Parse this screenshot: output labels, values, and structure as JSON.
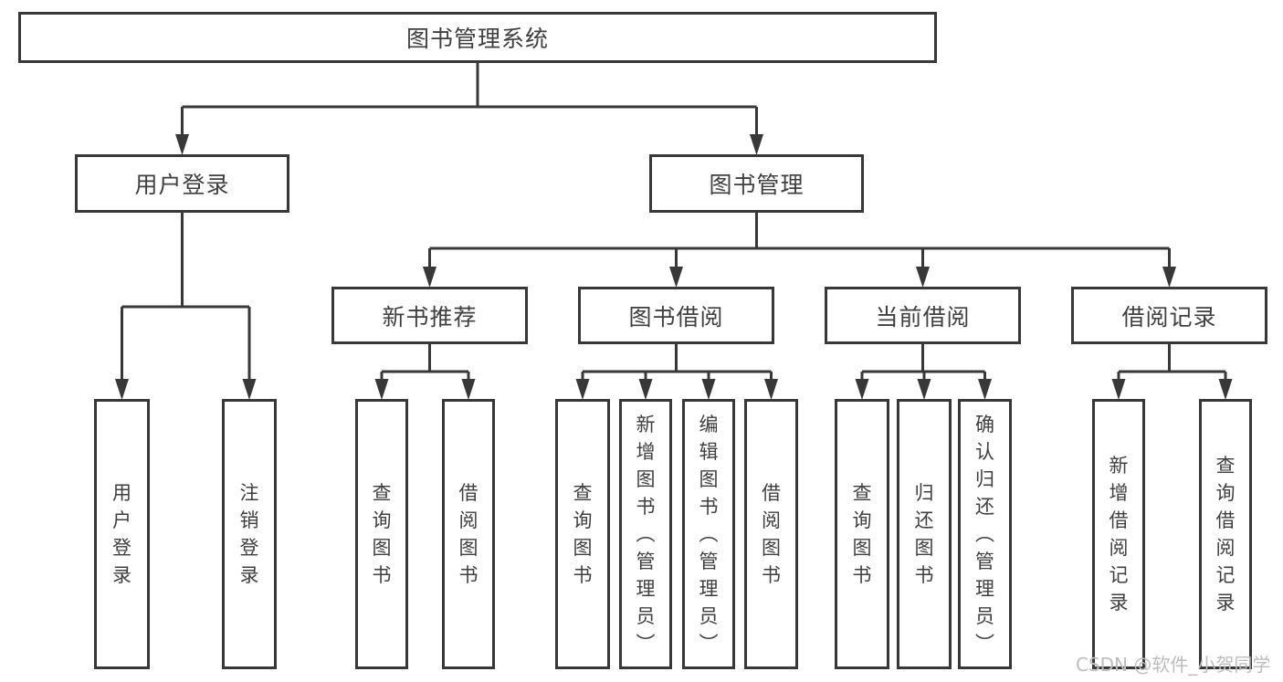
{
  "diagram": {
    "nodes": [
      {
        "id": "root",
        "label": "图书管理系统"
      },
      {
        "id": "login",
        "label": "用户登录"
      },
      {
        "id": "mgmt",
        "label": "图书管理"
      },
      {
        "id": "login_user",
        "label": "用户登录"
      },
      {
        "id": "login_logout",
        "label": "注销登录"
      },
      {
        "id": "rec",
        "label": "新书推荐"
      },
      {
        "id": "borrow",
        "label": "图书借阅"
      },
      {
        "id": "current",
        "label": "当前借阅"
      },
      {
        "id": "records",
        "label": "借阅记录"
      },
      {
        "id": "rec_query",
        "label": "查询图书"
      },
      {
        "id": "rec_borrow",
        "label": "借阅图书"
      },
      {
        "id": "borrow_query",
        "label": "查询图书"
      },
      {
        "id": "borrow_add",
        "label": "新增图书（管理员）"
      },
      {
        "id": "borrow_edit",
        "label": "编辑图书（管理员）"
      },
      {
        "id": "borrow_borrow",
        "label": "借阅图书"
      },
      {
        "id": "cur_query",
        "label": "查询图书"
      },
      {
        "id": "cur_return",
        "label": "归还图书"
      },
      {
        "id": "cur_confirm",
        "label": "确认归还（管理员）"
      },
      {
        "id": "records_add",
        "label": "新增借阅记录"
      },
      {
        "id": "records_query",
        "label": "查询借阅记录"
      }
    ]
  },
  "watermark": {
    "text": "CSDN @软件_小贺同学"
  },
  "colors": {
    "line": "#383838",
    "border": "#383838",
    "text": "#3f3f3f",
    "watermark": "#bdbdbd",
    "background": "#ffffff"
  }
}
